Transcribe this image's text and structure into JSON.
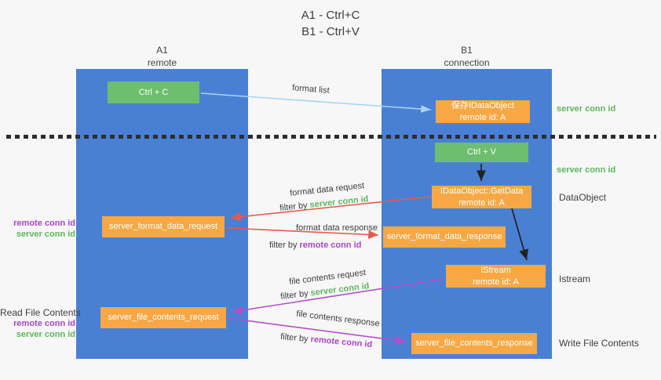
{
  "colors": {
    "lane_blue": "#4a80d4",
    "box_green": "#6dbe6f",
    "box_orange": "#f7a844",
    "arrow_red": "#e8594e",
    "arrow_purple": "#b44fc8",
    "arrow_lightblue": "#a9d3f2",
    "arrow_black": "#222222",
    "text_green": "#5cb85c",
    "text_purple": "#ab44c8",
    "text_dark": "#3d3d3d",
    "background": "#f7f7f7"
  },
  "title": {
    "line1": "A1 - Ctrl+C",
    "line2": "B1 - Ctrl+V"
  },
  "lanes": {
    "left": {
      "name": "A1",
      "role": "remote"
    },
    "right": {
      "name": "B1",
      "role": "connection"
    }
  },
  "nodes": {
    "ctrl_c": {
      "label": "Ctrl + C"
    },
    "ctrl_v": {
      "label": "Ctrl + V"
    },
    "save_dataobject": {
      "line1": "保存IDataObject",
      "line2": "remote id: A"
    },
    "getdata": {
      "line1": "IDataObject::GetData",
      "line2": "remote id: A"
    },
    "istream": {
      "line1": "IStream",
      "line2": "remote id: A"
    },
    "format_request": {
      "label": "server_format_data_request"
    },
    "format_response": {
      "label": "server_format_data_response"
    },
    "file_request": {
      "label": "server_file_contents_request"
    },
    "file_response": {
      "label": "server_file_contents_response"
    }
  },
  "arrow_labels": {
    "format_list": "format list",
    "format_data_request": "format data request",
    "format_data_response": "format data response",
    "file_contents_request": "file contents request",
    "file_contents_response": "file contents response",
    "filter_by": "filter by ",
    "server_conn_id": "server conn id",
    "remote_conn_id": "remote conn id"
  },
  "side_labels": {
    "server_conn_id_top": "server conn id",
    "server_conn_id_mid": "server conn id",
    "dataobject": "DataObject",
    "istream": "Istream",
    "write_file_contents": "Write File Contents",
    "read_file_contents": "Read File Contents",
    "remote_conn_id": "remote conn id",
    "server_conn_id": "server conn id"
  }
}
